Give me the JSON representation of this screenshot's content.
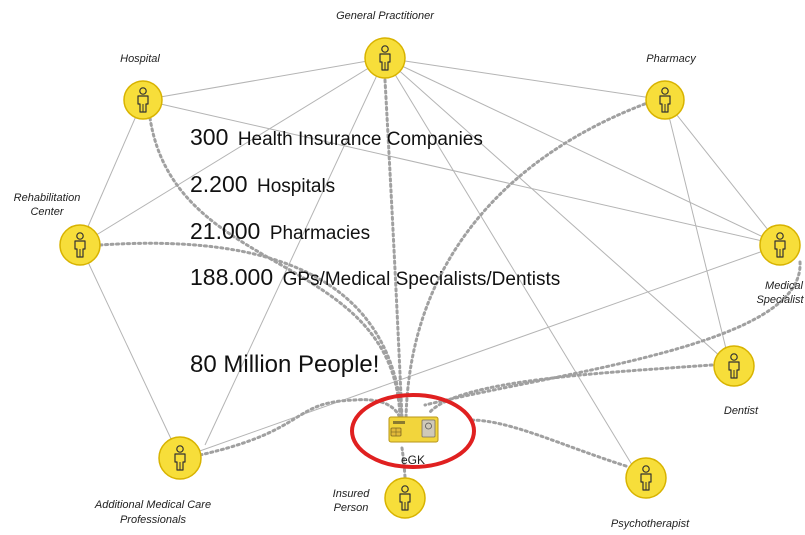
{
  "nodes": {
    "gp": {
      "label": "General Practitioner"
    },
    "hospital": {
      "label": "Hospital"
    },
    "pharmacy": {
      "label": "Pharmacy"
    },
    "rehab": {
      "label_line1": "Rehabilitation",
      "label_line2": "Center"
    },
    "medical": {
      "label_line1": "Medical",
      "label_line2": "Specialist"
    },
    "dentist": {
      "label": "Dentist"
    },
    "additional": {
      "label_line1": "Additional Medical Care",
      "label_line2": "Professionals"
    },
    "insured": {
      "label_line1": "Insured",
      "label_line2": "Person"
    },
    "psycho": {
      "label": "Psychotherapist"
    }
  },
  "card": {
    "label": "eGK"
  },
  "stats": [
    {
      "number": "300",
      "text": "Health Insurance Companies"
    },
    {
      "number": "2.200",
      "text": "Hospitals"
    },
    {
      "number": "21.000",
      "text": "Pharmacies"
    },
    {
      "number": "188.000",
      "text": "GPs/Medical Specialists/Dentists"
    }
  ],
  "population": {
    "text": "80 Million People!"
  },
  "colors": {
    "node_fill": "#f7de3a",
    "node_stroke": "#d8b300",
    "highlight_ring": "#e02020",
    "solid_link": "#b4b4b4",
    "dotted_link": "#a0a0a0"
  },
  "icons": {
    "person": "person-icon",
    "card": "health-card-icon"
  }
}
